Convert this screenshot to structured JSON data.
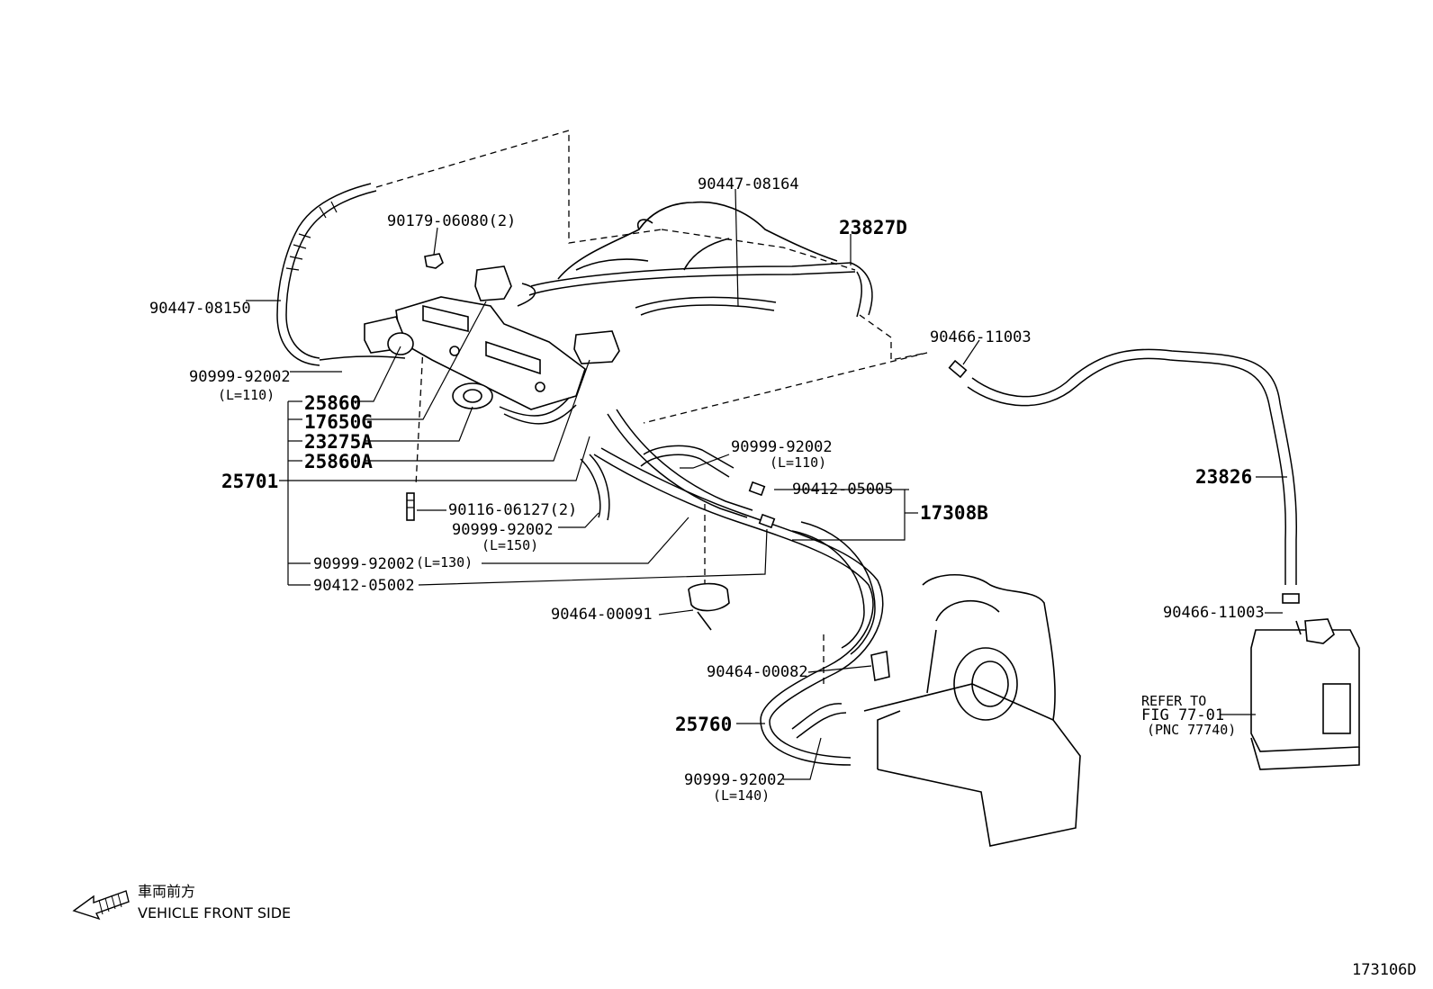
{
  "labels": {
    "p90447_08164": "90447-08164",
    "p23827D": "23827D",
    "p90179_06080": "90179-06080(2)",
    "p90447_08150": "90447-08150",
    "p90466_11003_top": "90466-11003",
    "p90999_92002_a": "90999-92002",
    "p90999_92002_a_len": "(L=110)",
    "p25860": "25860",
    "p17650G": "17650G",
    "p23275A": "23275A",
    "p25860A": "25860A",
    "p25701": "25701",
    "p90999_92002_b": "90999-92002",
    "p90999_92002_b_len": "(L=110)",
    "p90412_05005": "90412-05005",
    "p17308B": "17308B",
    "p23826": "23826",
    "p90116_06127": "90116-06127(2)",
    "p90999_92002_c": "90999-92002",
    "p90999_92002_c_len": "(L=150)",
    "p90999_92002_d": "90999-92002",
    "p90999_92002_d_len": "(L=130)",
    "p90412_05002": "90412-05002",
    "p90464_00091": "90464-00091",
    "p90466_11003_bot": "90466-11003",
    "p90464_00082": "90464-00082",
    "p25760": "25760",
    "p90999_92002_e": "90999-92002",
    "p90999_92002_e_len": "(L=140)",
    "refer_line1": "REFER TO",
    "refer_line2": "FIG 77-01",
    "refer_line3": "(PNC 77740)"
  },
  "legend": {
    "japanese": "車両前方",
    "english": "VEHICLE FRONT SIDE"
  },
  "figure_number": "173106D"
}
